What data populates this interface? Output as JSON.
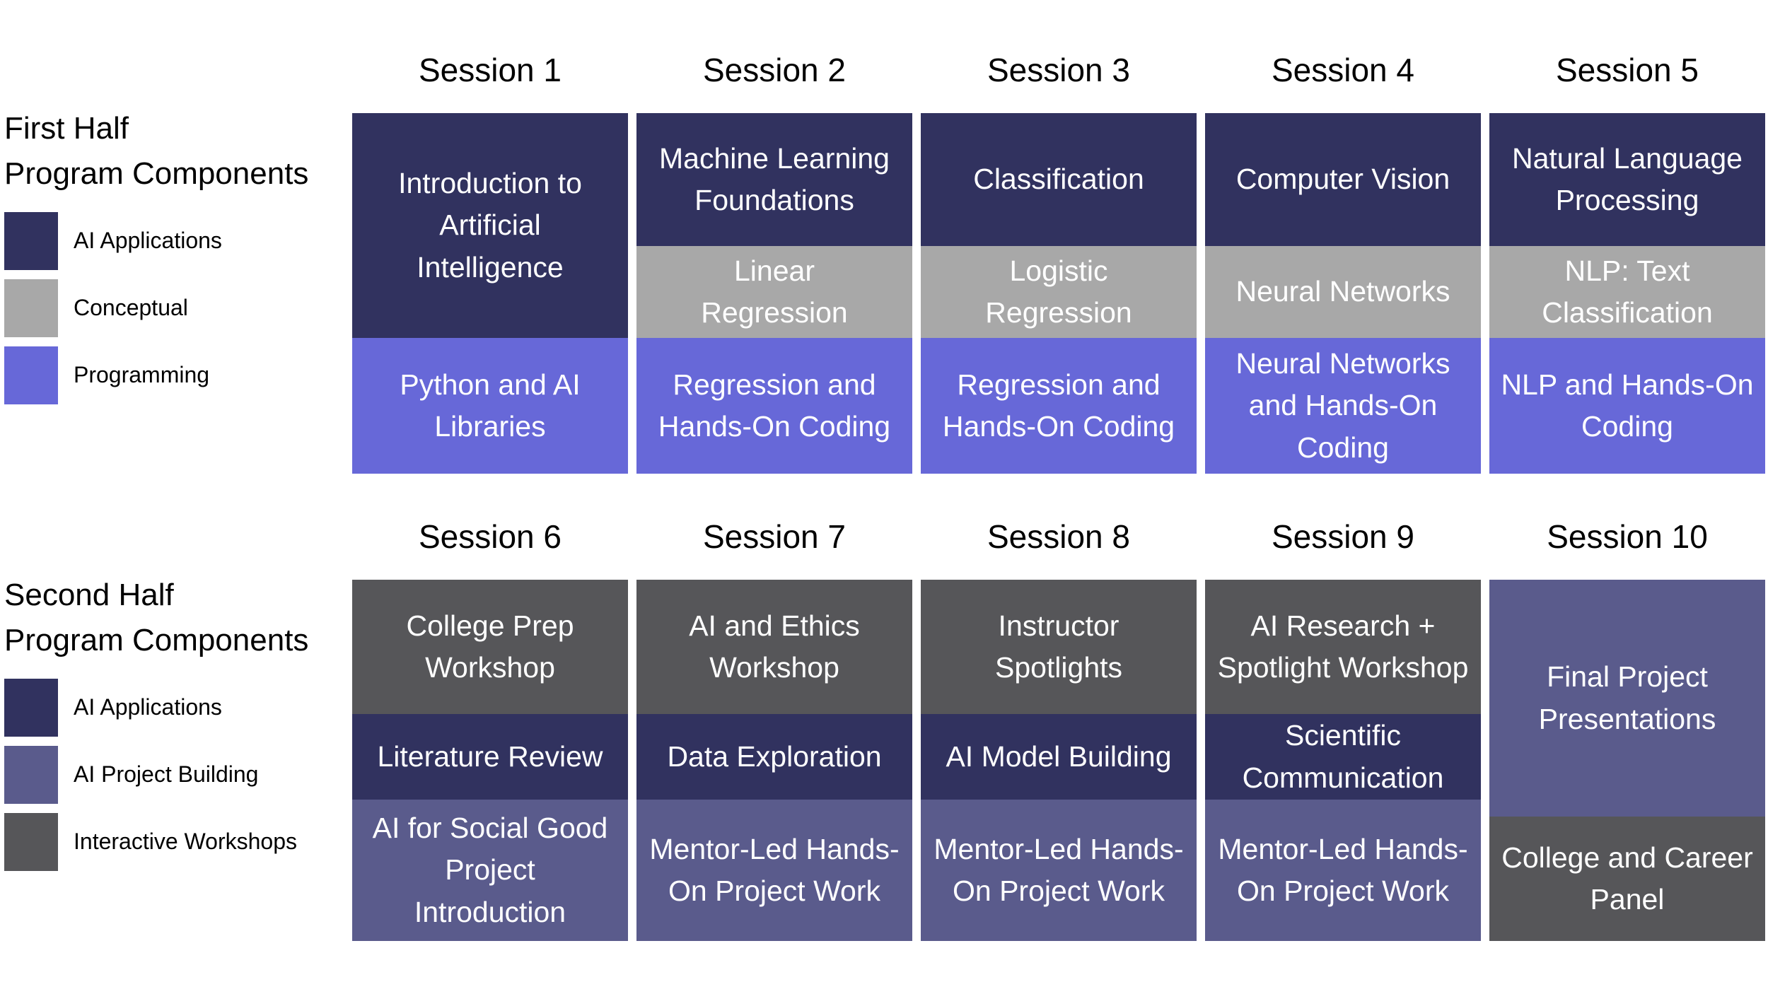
{
  "colors": {
    "ai_applications": "#31325F",
    "conceptual": "#A8A8A8",
    "programming": "#6768D8",
    "ai_project_building": "#5A5B8C",
    "interactive_workshops": "#565659",
    "background": "#FFFFFF",
    "header_text": "#000000",
    "block_text": "#FFFFFF"
  },
  "first_half": {
    "legend_title": "First Half\nProgram Components",
    "legend": [
      {
        "label": "AI Applications",
        "color": "#31325F"
      },
      {
        "label": "Conceptual",
        "color": "#A8A8A8"
      },
      {
        "label": "Programming",
        "color": "#6768D8"
      }
    ],
    "sessions": [
      {
        "header": "Session 1",
        "blocks": [
          {
            "text": "Introduction to\nArtificial\nIntelligence",
            "category": "AI Applications"
          },
          {
            "text": "Python and AI\nLibraries",
            "category": "Programming"
          }
        ]
      },
      {
        "header": "Session 2",
        "blocks": [
          {
            "text": "Machine Learning\nFoundations",
            "category": "AI Applications"
          },
          {
            "text": "Linear\nRegression",
            "category": "Conceptual"
          },
          {
            "text": "Regression and\nHands-On Coding",
            "category": "Programming"
          }
        ]
      },
      {
        "header": "Session 3",
        "blocks": [
          {
            "text": "Classification",
            "category": "AI Applications"
          },
          {
            "text": "Logistic\nRegression",
            "category": "Conceptual"
          },
          {
            "text": "Regression and\nHands-On Coding",
            "category": "Programming"
          }
        ]
      },
      {
        "header": "Session 4",
        "blocks": [
          {
            "text": "Computer Vision",
            "category": "AI Applications"
          },
          {
            "text": "Neural Networks",
            "category": "Conceptual"
          },
          {
            "text": "Neural Networks\nand Hands-On\nCoding",
            "category": "Programming"
          }
        ]
      },
      {
        "header": "Session 5",
        "blocks": [
          {
            "text": "Natural Language\nProcessing",
            "category": "AI Applications"
          },
          {
            "text": "NLP: Text\nClassification",
            "category": "Conceptual"
          },
          {
            "text": "NLP and Hands-On\nCoding",
            "category": "Programming"
          }
        ]
      }
    ]
  },
  "second_half": {
    "legend_title": "Second Half\nProgram Components",
    "legend": [
      {
        "label": "AI Applications",
        "color": "#31325F"
      },
      {
        "label": "AI Project Building",
        "color": "#5A5B8C"
      },
      {
        "label": "Interactive Workshops",
        "color": "#565659"
      }
    ],
    "sessions": [
      {
        "header": "Session 6",
        "blocks": [
          {
            "text": "College Prep\nWorkshop",
            "category": "Interactive Workshops"
          },
          {
            "text": "Literature Review",
            "category": "AI Applications"
          },
          {
            "text": "AI for Social Good\nProject\nIntroduction",
            "category": "AI Project Building"
          }
        ]
      },
      {
        "header": "Session 7",
        "blocks": [
          {
            "text": "AI and Ethics\nWorkshop",
            "category": "Interactive Workshops"
          },
          {
            "text": "Data Exploration",
            "category": "AI Applications"
          },
          {
            "text": "Mentor-Led Hands-\nOn Project Work",
            "category": "AI Project Building"
          }
        ]
      },
      {
        "header": "Session 8",
        "blocks": [
          {
            "text": "Instructor\nSpotlights",
            "category": "Interactive Workshops"
          },
          {
            "text": "AI Model Building",
            "category": "AI Applications"
          },
          {
            "text": "Mentor-Led Hands-\nOn Project Work",
            "category": "AI Project Building"
          }
        ]
      },
      {
        "header": "Session 9",
        "blocks": [
          {
            "text": "AI Research +\nSpotlight Workshop",
            "category": "Interactive Workshops"
          },
          {
            "text": "Scientific\nCommunication",
            "category": "AI Applications"
          },
          {
            "text": "Mentor-Led Hands-\nOn Project Work",
            "category": "AI Project Building"
          }
        ]
      },
      {
        "header": "Session 10",
        "blocks": [
          {
            "text": "Final Project\nPresentations",
            "category": "AI Project Building"
          },
          {
            "text": "College and Career\nPanel",
            "category": "Interactive Workshops"
          }
        ]
      }
    ]
  }
}
